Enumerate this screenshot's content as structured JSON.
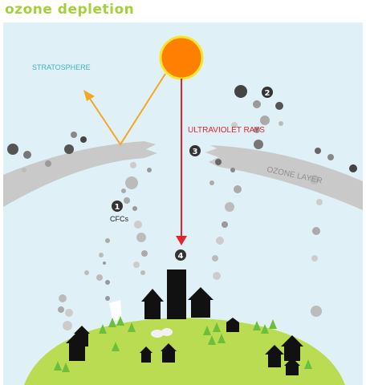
{
  "title": "ozone depletion",
  "colors": {
    "title": "#a6cf3c",
    "sky": "#dff1f6",
    "ozone_band": "#c9c9c9",
    "sun_fill": "#ff7f00",
    "sun_ring": "#f5e62c",
    "uv_arrow": "#e0262c",
    "reflected_arrow": "#f5a623",
    "ground": "#b9dc52",
    "buildings": "#111111",
    "trees": "#6cbf3a",
    "stratosphere_label": "#3fb2c4",
    "uv_label": "#e0262c",
    "layer_label": "#8f8f8f",
    "cfc_label": "#222222"
  },
  "labels": {
    "stratosphere": "STRATOSPHERE",
    "ultraviolet": "ULTRAVIOLET RAYS",
    "ozone_layer": "OZONE LAYER",
    "cfcs": "CFCs"
  },
  "markers": [
    "1",
    "2",
    "3",
    "4"
  ]
}
